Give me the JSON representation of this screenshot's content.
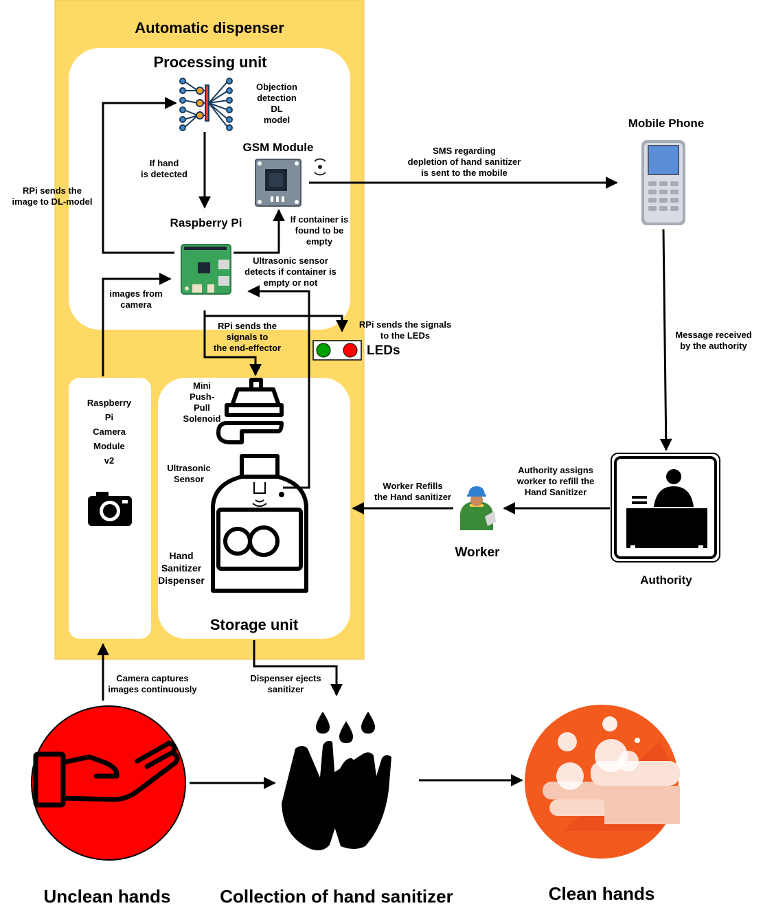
{
  "containers": {
    "automatic_dispenser": "Automatic dispenser",
    "processing_unit": "Processing unit",
    "storage_unit": "Storage unit"
  },
  "components": {
    "dl_model": "Objection\ndetection\nDL\nmodel",
    "gsm_module": "GSM Module",
    "raspberry_pi": "Raspberry Pi",
    "camera_module": "Raspberry\nPi\nCamera\nModule\nv2",
    "solenoid": "Mini\nPush-\nPull\nSolenoid",
    "ultrasonic_sensor": "Ultrasonic\nSensor",
    "hand_sanitizer_dispenser": "Hand\nSanitizer\nDispenser",
    "leds": "LEDs",
    "mobile_phone": "Mobile Phone",
    "authority": "Authority",
    "worker": "Worker"
  },
  "edge_labels": {
    "hand_detected": "If hand\nis detected",
    "rpi_sends_image": "RPi sends the\nimage to DL-model",
    "images_from_camera": "images from\ncamera",
    "container_empty": "If container is\nfound to be\nempty",
    "ultrasonic_detects": "Ultrasonic sensor\ndetects if container is\nempty or not",
    "signals_end_effector": "RPi sends the\nsignals to\nthe end-effector",
    "signals_leds": "RPi sends the signals\nto the LEDs",
    "sms": "SMS regarding\ndepletion of hand sanitizer\nis sent to the mobile",
    "message_received": "Message received\nby the authority",
    "authority_assigns": "Authority assigns\nworker to refill the\nHand Sanitizer",
    "worker_refills": "Worker Refills\nthe Hand sanitizer",
    "camera_captures": "Camera captures\nimages continuously",
    "dispenser_ejects": "Dispenser ejects\nsanitizer"
  },
  "bottom_labels": {
    "unclean": "Unclean hands",
    "collection": "Collection of hand sanitizer",
    "clean": "Clean hands"
  },
  "colors": {
    "dispenser_bg": "#FFD966",
    "led_green": "#00A000",
    "led_red": "#FF0000",
    "unclean_circle": "#FF0000",
    "clean_circle": "#F25A1E"
  },
  "icons": [
    "neural-network-icon",
    "gsm-chip-icon",
    "raspberry-pi-board-icon",
    "camera-icon",
    "mobile-phone-icon",
    "authority-desk-icon",
    "worker-icon",
    "soap-dispenser-icon",
    "open-hand-icon",
    "washing-hands-icon",
    "clean-hands-icon"
  ]
}
